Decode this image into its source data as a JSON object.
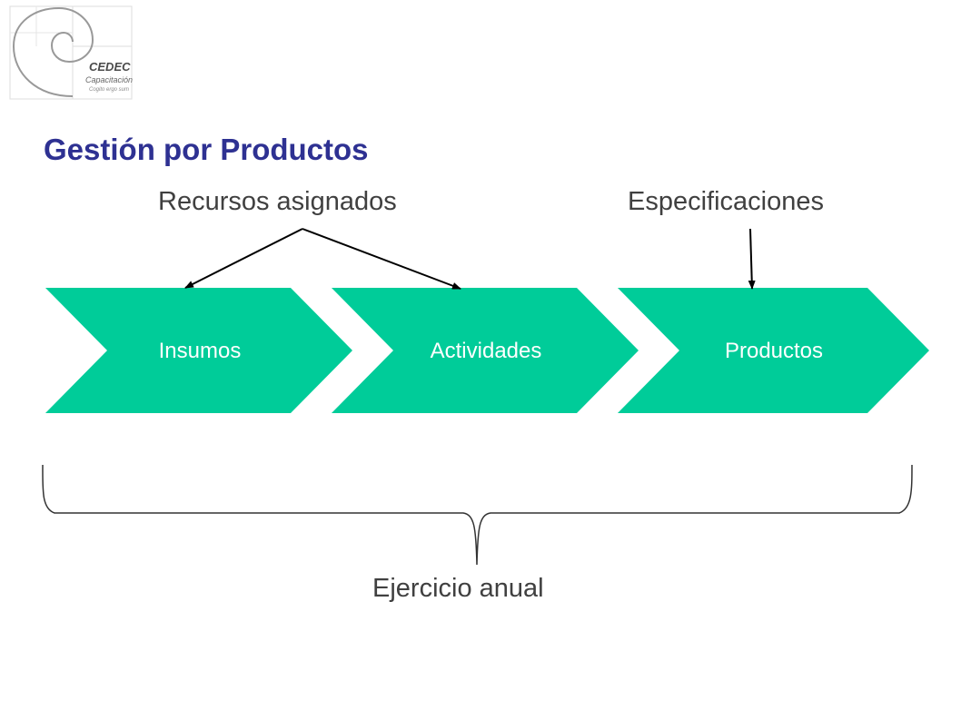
{
  "logo": {
    "name": "CEDEC",
    "subtitle": "Capacitación",
    "motto": "Cogito ergo sum"
  },
  "title": "Gestión por Productos",
  "labels": {
    "resources": "Recursos asignados",
    "specifications": "Especificaciones",
    "fiscal_year": "Ejercicio anual"
  },
  "process_steps": [
    {
      "label": "Insumos"
    },
    {
      "label": "Actividades"
    },
    {
      "label": "Productos"
    }
  ],
  "colors": {
    "title": "#2e3192",
    "chevron_fill": "#00cc99",
    "chevron_text": "#ffffff",
    "label_text": "#404040",
    "arrow": "#000000"
  }
}
